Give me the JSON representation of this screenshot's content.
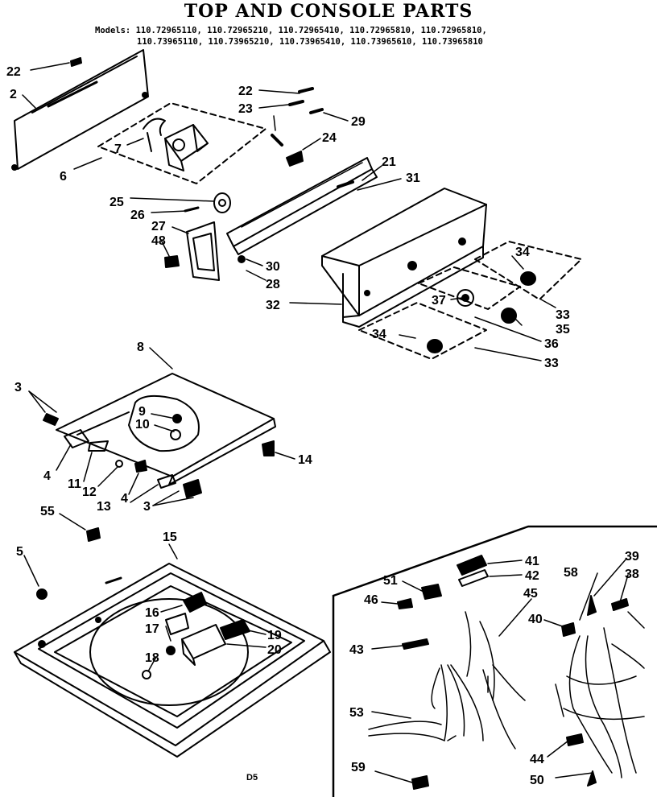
{
  "title": "TOP AND CONSOLE PARTS",
  "models_label": "Models:",
  "models_line1": "110.72965110, 110.72965210, 110.72965410, 110.72965810, 110.72965810,",
  "models_line2": "110.73965110, 110.73965210, 110.73965410, 110.73965610, 110.73965810",
  "page_code": "D5",
  "callouts": {
    "c22a": "22",
    "c2": "2",
    "c6": "6",
    "c7": "7",
    "c22b": "22",
    "c23": "23",
    "c29": "29",
    "c24": "24",
    "c21": "21",
    "c31": "31",
    "c25": "25",
    "c26": "26",
    "c27": "27",
    "c48": "48",
    "c30": "30",
    "c28": "28",
    "c32": "32",
    "c34a": "34",
    "c37": "37",
    "c33a": "33",
    "c35": "35",
    "c36": "36",
    "c34b": "34",
    "c33b": "33",
    "c8": "8",
    "c3a": "3",
    "c9": "9",
    "c10": "10",
    "c14": "14",
    "c4a": "4",
    "c11": "11",
    "c12": "12",
    "c13": "13",
    "c4b": "4",
    "c3b": "3",
    "c55": "55",
    "c5": "5",
    "c15": "15",
    "c16": "16",
    "c17": "17",
    "c19": "19",
    "c20": "20",
    "c18": "18",
    "c41": "41",
    "c42": "42",
    "c51": "51",
    "c46": "46",
    "c45": "45",
    "c58": "58",
    "c39": "39",
    "c38": "38",
    "c40": "40",
    "c43": "43",
    "c53": "53",
    "c44": "44",
    "c59": "59",
    "c50": "50"
  }
}
